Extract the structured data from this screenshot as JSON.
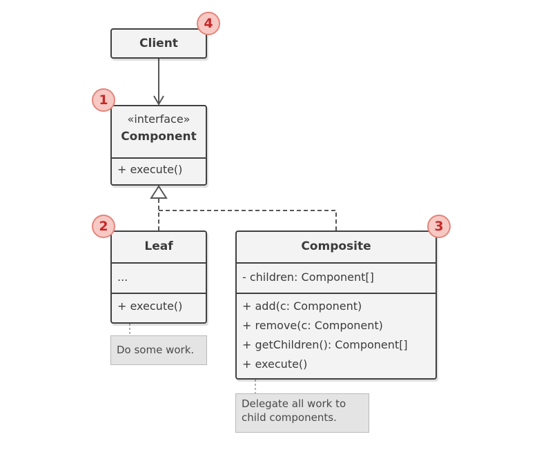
{
  "client": {
    "label": "Client"
  },
  "component": {
    "stereotype": "«interface»",
    "name": "Component",
    "methods": [
      "+ execute()"
    ]
  },
  "leaf": {
    "name": "Leaf",
    "fields": [
      "..."
    ],
    "methods": [
      "+ execute()"
    ]
  },
  "composite": {
    "name": "Composite",
    "fields": [
      "- children: Component[]"
    ],
    "methods": [
      "+ add(c: Component)",
      "+ remove(c: Component)",
      "+ getChildren(): Component[]",
      "+ execute()"
    ]
  },
  "notes": {
    "leaf": "Do some work.",
    "composite": [
      "Delegate all work to",
      "child components."
    ]
  },
  "badges": {
    "component": "1",
    "leaf": "2",
    "composite": "3",
    "client": "4"
  },
  "colors": {
    "border": "#3f3f3f",
    "box_fill": "#f3f3f3",
    "badge_fill": "#f6c9c4",
    "badge_text": "#c62828",
    "note_fill": "#e4e4e4"
  }
}
